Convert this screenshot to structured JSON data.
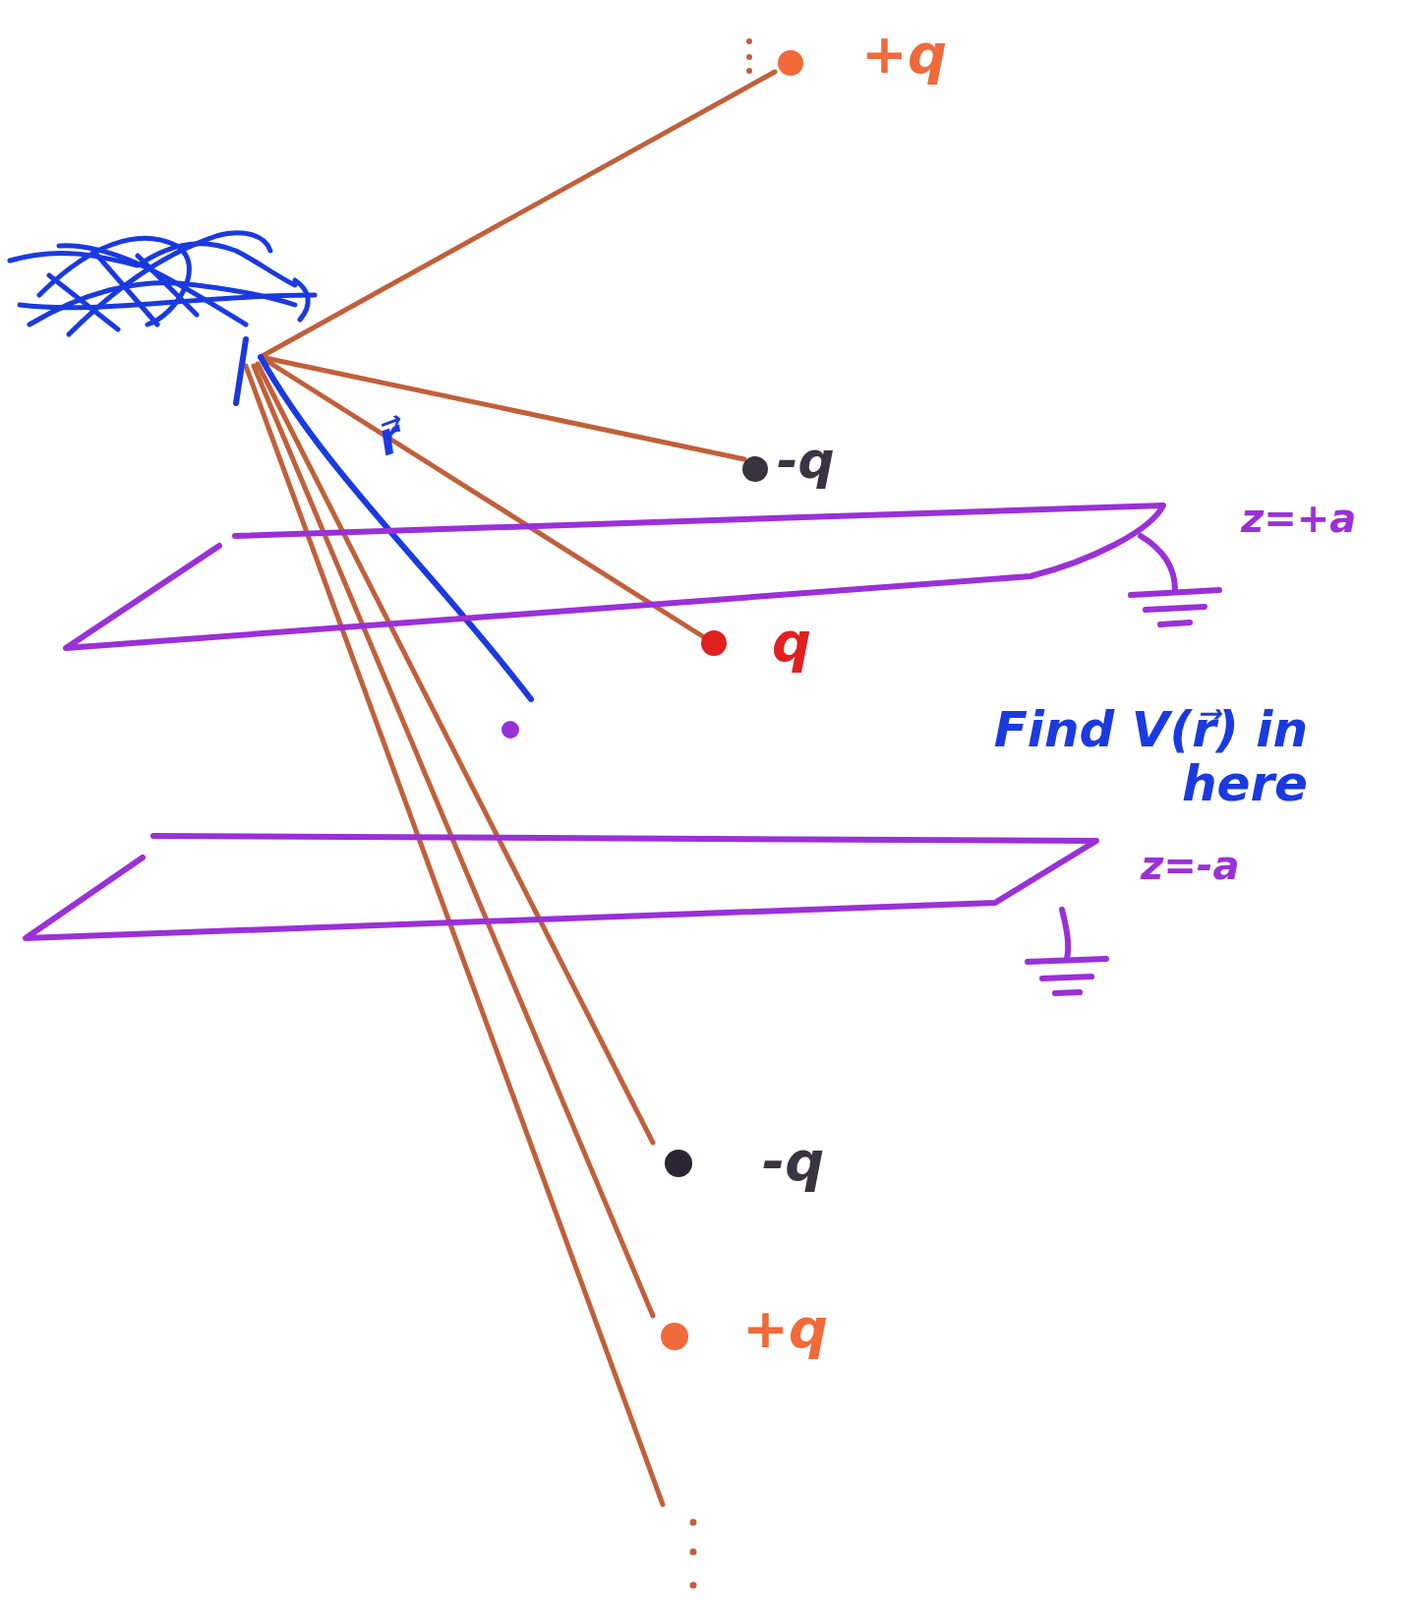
{
  "diagram": {
    "labels": [
      "+q",
      "-q",
      "z=+a",
      "q",
      "Find V(r⃗) in here",
      "z=-a",
      "-q",
      "+q",
      "r⃗"
    ]
  }
}
